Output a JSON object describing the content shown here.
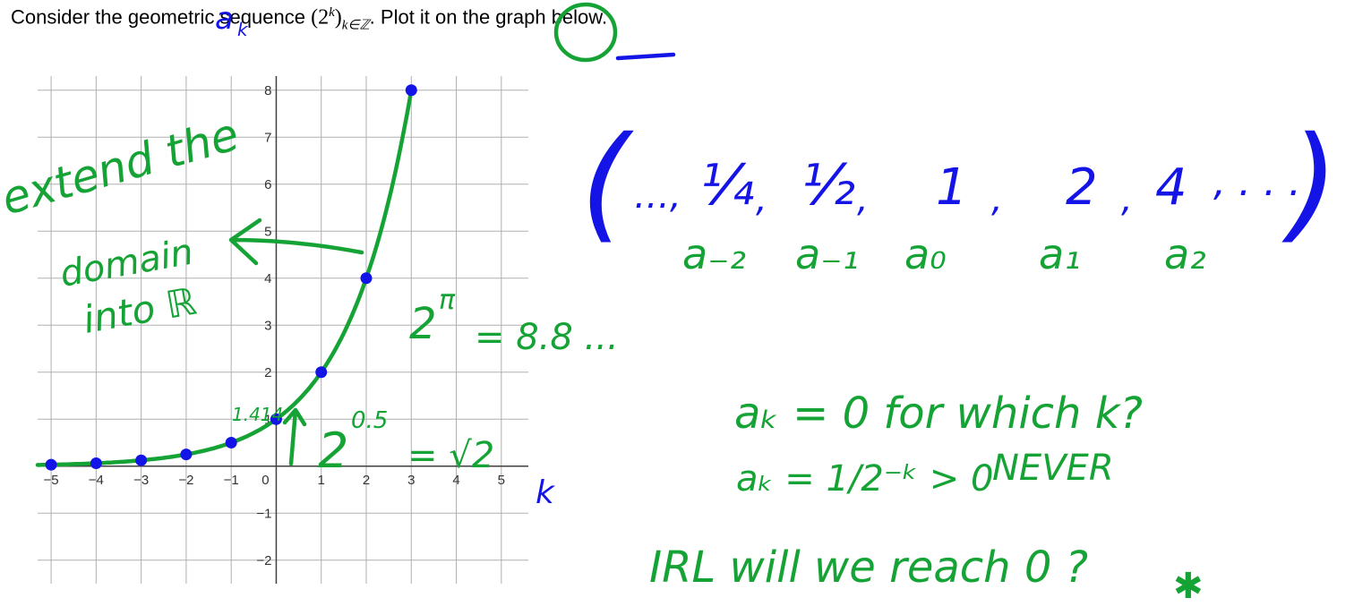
{
  "prompt": {
    "before": "Consider the geometric sequence ",
    "math": "(2",
    "exp": "k",
    "close": ")",
    "subscript": "k∈ℤ",
    "after": ". Plot it on the graph below."
  },
  "chart_data": {
    "type": "scatter",
    "title": "",
    "xlabel": "k",
    "ylabel": "a_k",
    "xlim": [
      -5.3,
      5.6
    ],
    "ylim": [
      -2.5,
      8.3
    ],
    "grid": true,
    "x_ticks": [
      -5,
      -4,
      -3,
      -2,
      -1,
      0,
      1,
      2,
      3,
      4,
      5
    ],
    "y_ticks": [
      -2,
      -1,
      1,
      2,
      3,
      4,
      5,
      6,
      7,
      8
    ],
    "series": [
      {
        "x": [
          -5,
          -4,
          -3,
          -2,
          -1,
          0,
          1,
          2,
          3
        ],
        "y": [
          0.03125,
          0.0625,
          0.125,
          0.25,
          0.5,
          1,
          2,
          4,
          8
        ]
      }
    ],
    "curve": "2^x"
  },
  "annotations": {
    "axis_y": "a",
    "axis_y_sub": "k",
    "axis_x": "k",
    "sequence_open": "(",
    "sequence_dots": "…,",
    "sequence_terms": [
      "¼",
      "½",
      "1",
      "2",
      "4"
    ],
    "sequence_tail": ", . . .",
    "sequence_close": ")",
    "term_labels": [
      "a₋₂",
      "a₋₁",
      "a₀",
      "a₁",
      "a₂"
    ],
    "extend_line1": "extend the",
    "extend_line2": "domain",
    "extend_line3": "into ℝ",
    "two_pi": "2",
    "pi_exp": "π",
    "two_pi_value": "= 8.8 ...",
    "sqrt_base": "2",
    "sqrt_exp": "0.5",
    "sqrt_value": "= √2",
    "approx": "1.414",
    "question1": "aₖ = 0   for which k?",
    "question2": "aₖ = 1/2⁻ᵏ > 0",
    "never": "NEVER",
    "irl": "IRL   will   we   reach 0 ?",
    "star": "✱"
  },
  "colors": {
    "blue_ink": "#1414e6",
    "green_ink": "#16a336",
    "grid": "#b0b0b0",
    "axis": "#404040"
  }
}
